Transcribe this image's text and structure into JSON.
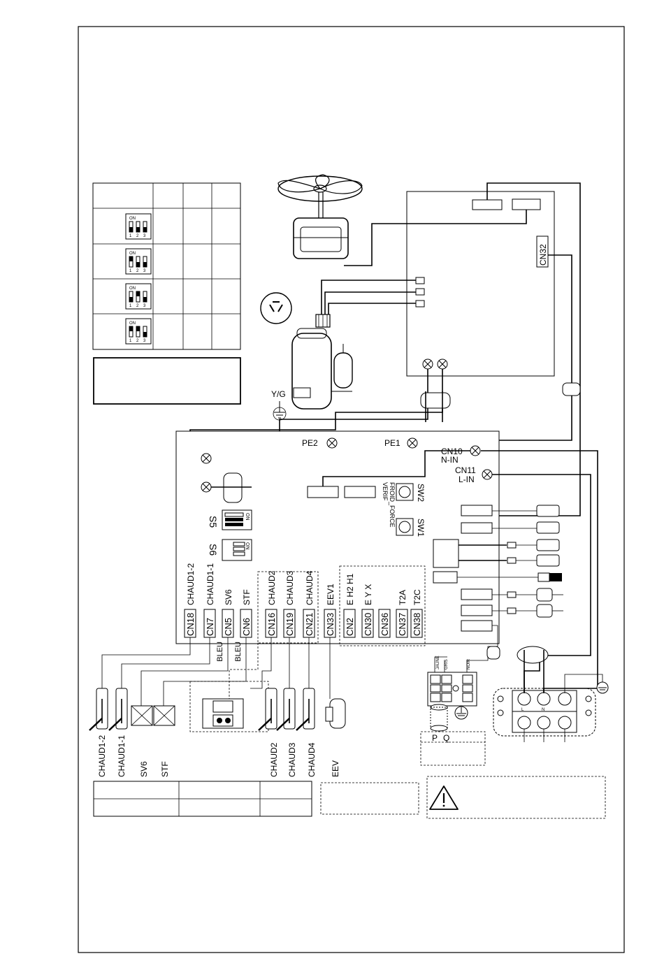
{
  "board": {
    "pe_labels": [
      "PE2",
      "PE1"
    ],
    "cn10": [
      "CN10",
      "N-IN"
    ],
    "cn11": [
      "CN11",
      "L-IN"
    ],
    "switch_label": [
      "VERIF",
      "FROID_FORCE"
    ],
    "sw_labels": [
      "SW2",
      "SW1"
    ],
    "dip_labels": [
      "S5",
      "S6"
    ],
    "dip_on": "ON",
    "dip_digits": [
      "1",
      "2",
      "3"
    ]
  },
  "inverter": {
    "cn32": "CN32"
  },
  "compressor": {
    "ground_label": "Y/G"
  },
  "connectors": [
    {
      "cn": "CN18",
      "fn": "CHAUD1-2"
    },
    {
      "cn": "CN7",
      "fn": "CHAUD1-1"
    },
    {
      "cn": "CN5",
      "fn": "SV6"
    },
    {
      "cn": "CN6",
      "fn": "STF"
    },
    {
      "cn": "CN16",
      "fn": "CHAUD2"
    },
    {
      "cn": "CN19",
      "fn": "CHAUD3"
    },
    {
      "cn": "CN21",
      "fn": "CHAUD4"
    },
    {
      "cn": "CN33",
      "fn": "EEV1"
    },
    {
      "cn": "CN2",
      "fn": "E H2  H1"
    },
    {
      "cn": "CN30",
      "fn": "E  Y  X"
    },
    {
      "cn": "CN36",
      "fn": ""
    },
    {
      "cn": "CN37",
      "fn": "T2A"
    },
    {
      "cn": "CN38",
      "fn": "T2C"
    }
  ],
  "wire_colors": [
    "BLEU",
    "BLEU"
  ],
  "bottom_labels": [
    "CHAUD1-2",
    "CHAUD1-1",
    "SV6",
    "STF",
    "CHAUD2",
    "CHAUD3",
    "CHAUD4",
    "EEV"
  ],
  "terminal_pq": {
    "wire_labels": [
      "JAUNE",
      "GRIS",
      "NOIR"
    ],
    "labels": [
      "P",
      "Q"
    ]
  },
  "terminal_main": {
    "labels": [
      "L",
      "N"
    ]
  },
  "warning_icon": "warning-triangle-icon",
  "dip_table_state": [
    [
      false,
      false,
      false
    ],
    [
      true,
      false,
      false
    ],
    [
      false,
      true,
      false
    ],
    [
      true,
      true,
      false
    ]
  ]
}
